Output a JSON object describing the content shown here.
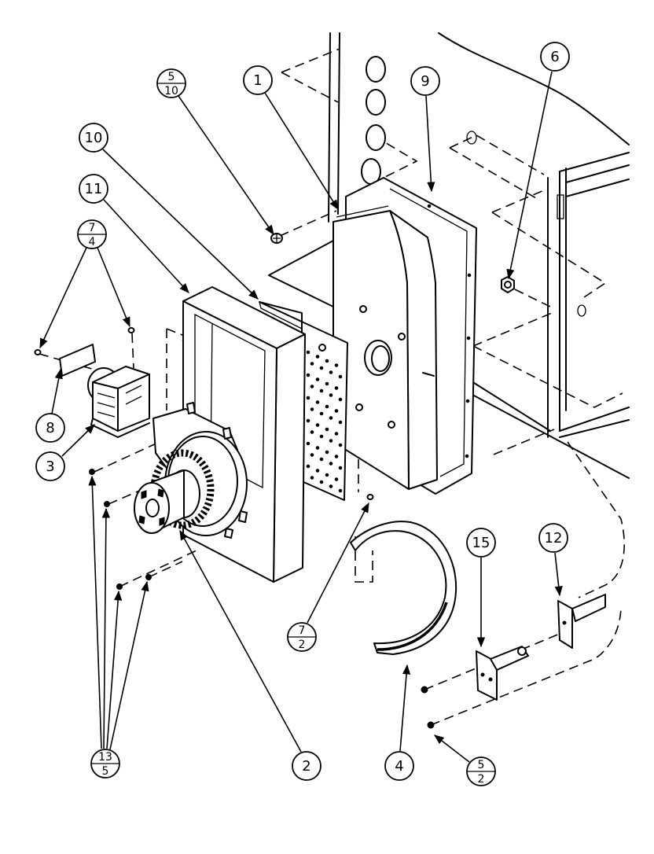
{
  "callouts": {
    "p5_10": {
      "top": "5",
      "bottom": "10"
    },
    "p1": "1",
    "p9": "9",
    "p6": "6",
    "p10": "10",
    "p11": "11",
    "p7_4": {
      "top": "7",
      "bottom": "4"
    },
    "p8": "8",
    "p3": "3",
    "p15": "15",
    "p12": "12",
    "p7_2": {
      "top": "7",
      "bottom": "2"
    },
    "p2": "2",
    "p4": "4",
    "p13_5": {
      "top": "13",
      "bottom": "5"
    },
    "p5_2": {
      "top": "5",
      "bottom": "2"
    }
  }
}
